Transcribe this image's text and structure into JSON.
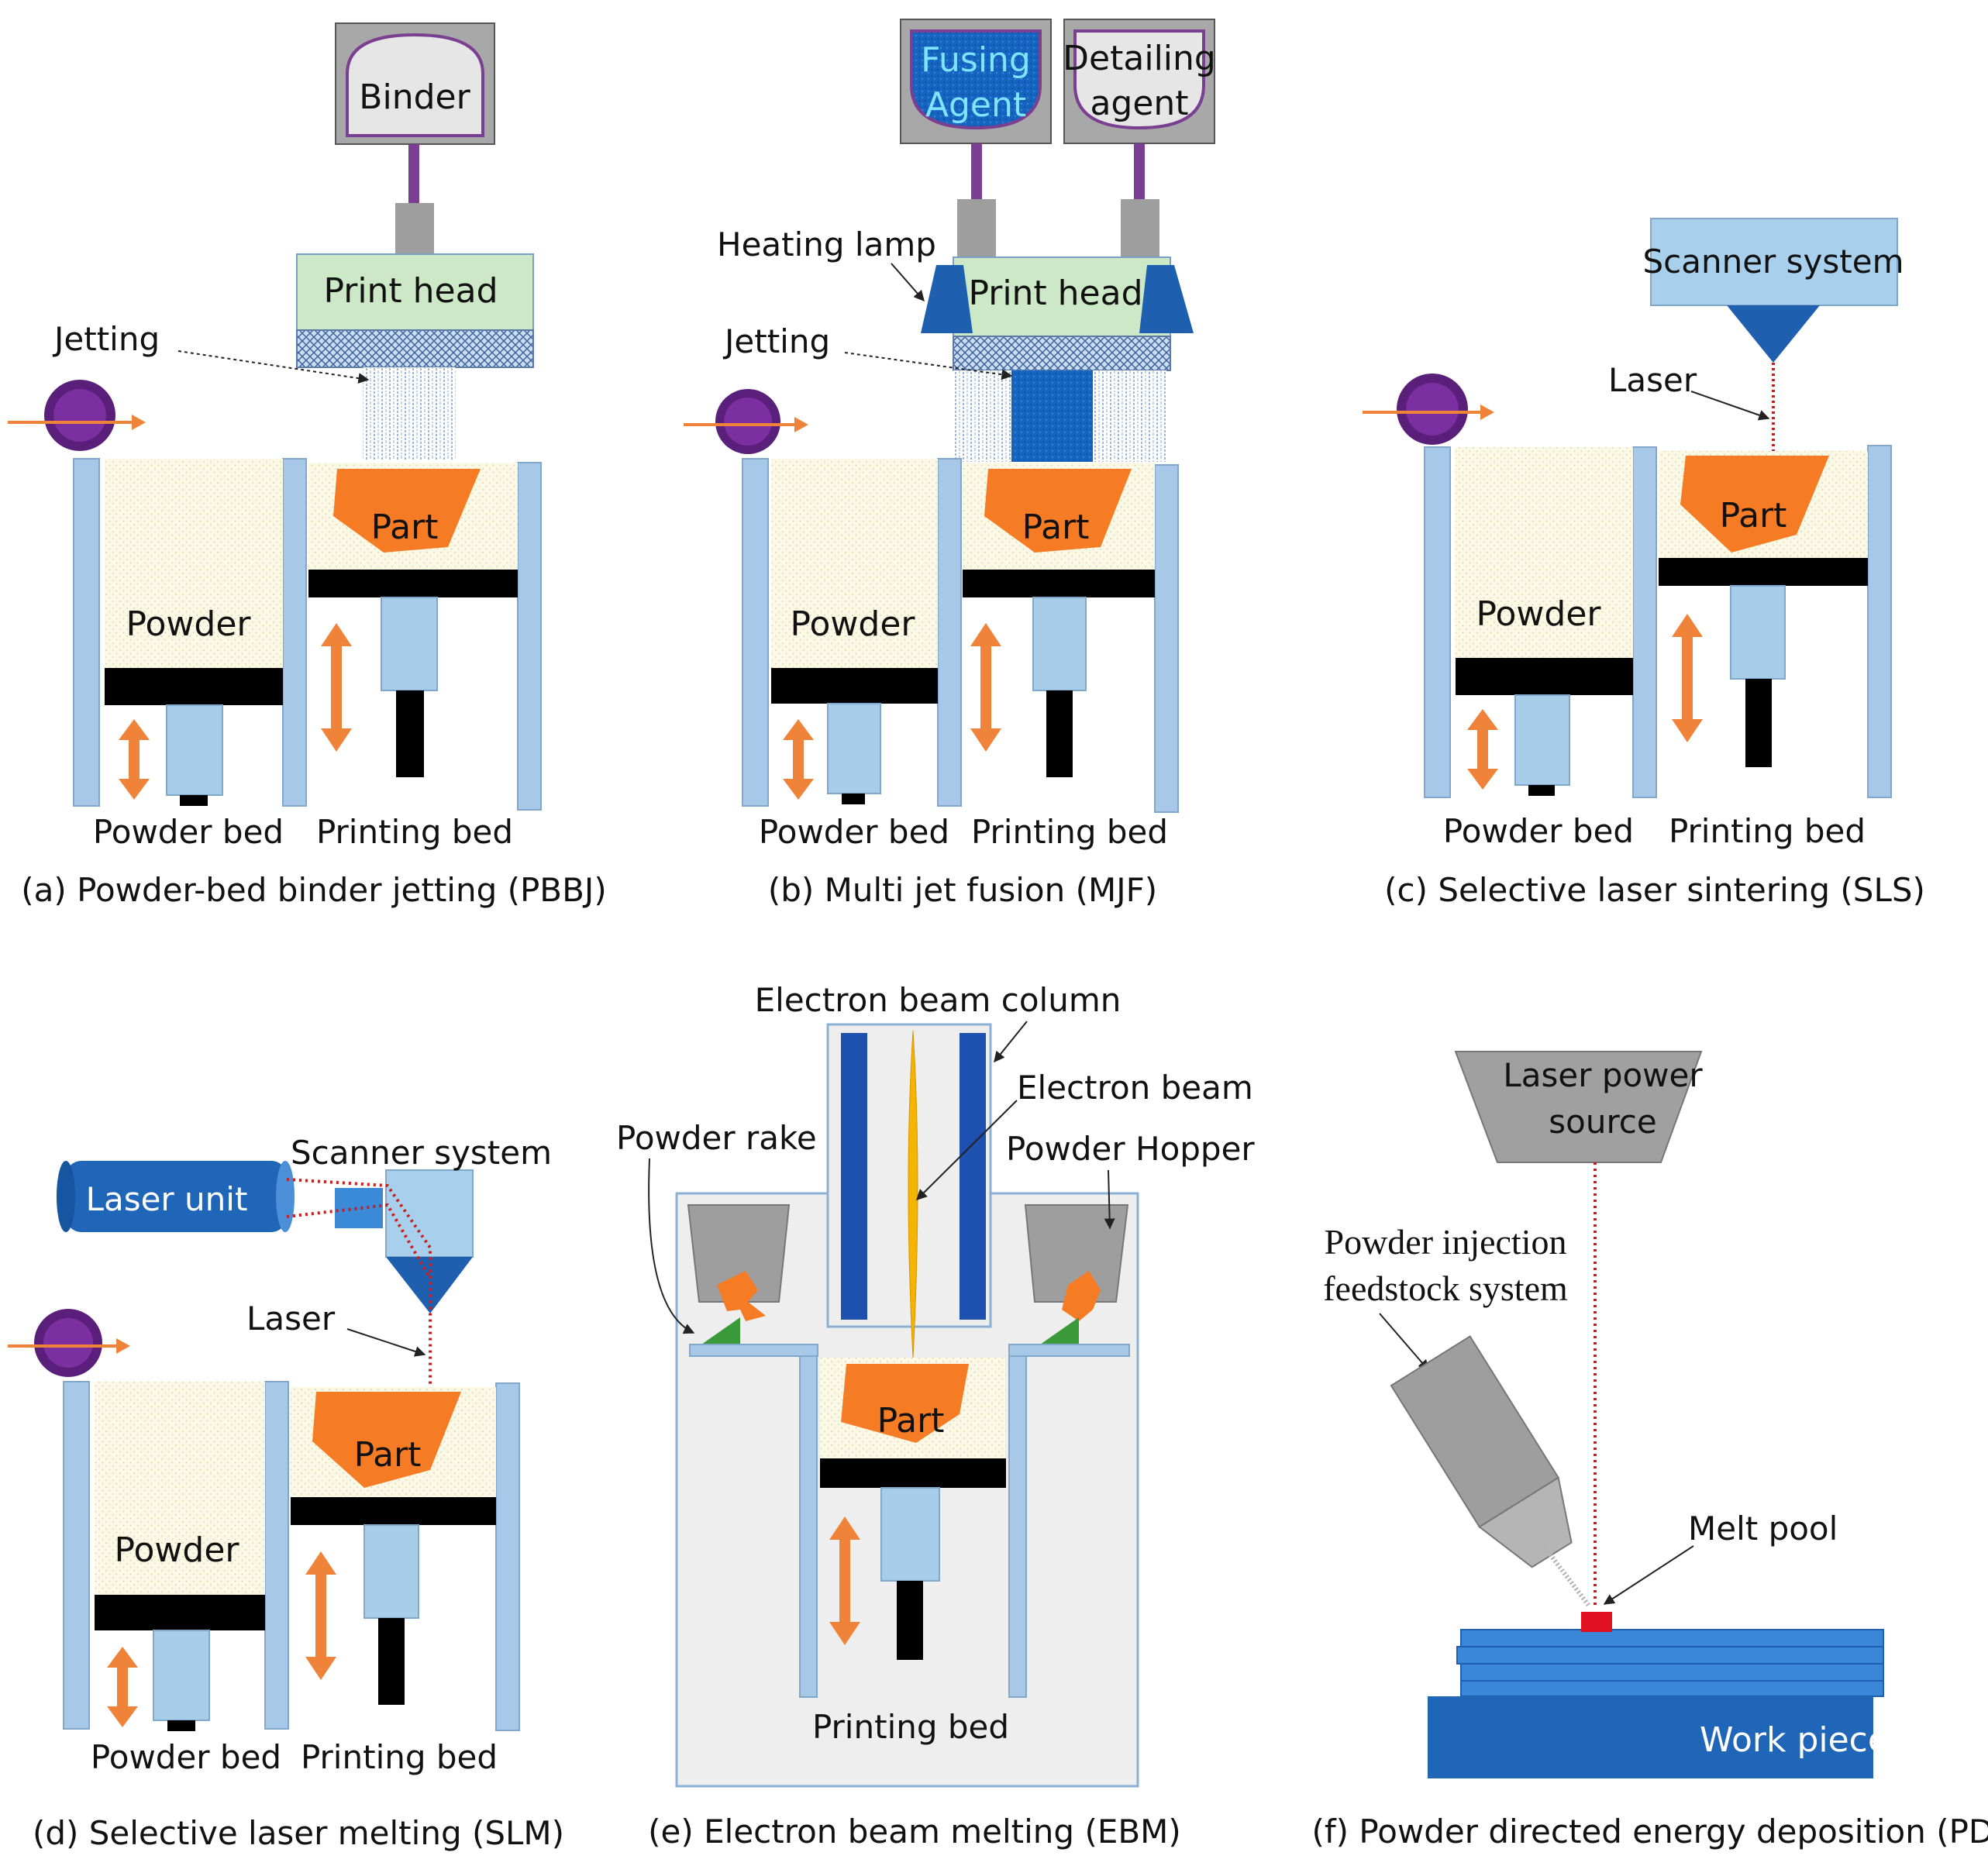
{
  "colors": {
    "wall": "#a8c8e8",
    "wall_stroke": "#7fa8cc",
    "powder_fill": "#fbf8e6",
    "platform": "#000000",
    "piston": "#a8cde8",
    "arrow": "#f0833a",
    "part": "#f57b24",
    "roller": "#5a1f7a",
    "roller_inner": "#7b2fa0",
    "printhead": "#cde8c6",
    "connector": "#9e9e9e",
    "tube": "#7a3f92",
    "binder_box": "#a8a8a8",
    "fusing_agent": "#1565c0",
    "scanner": "#a8d0ec",
    "scanner_cone": "#1f5fb0",
    "laser_dot": "#c81e1e",
    "ebm_column": "#1e50b0",
    "ebm_beam": "#f5b400",
    "rake_green": "#3a9a3a",
    "work_piece": "#1f66b8",
    "melt_pool": "#e01020"
  },
  "panels": {
    "a": {
      "caption": "(a) Powder-bed binder jetting (PBBJ)",
      "binder": "Binder",
      "print_head": "Print head",
      "jetting": "Jetting",
      "part": "Part",
      "powder": "Powder",
      "powder_bed": "Powder bed",
      "printing_bed": "Printing bed"
    },
    "b": {
      "caption": "(b) Multi jet fusion (MJF)",
      "fusing_1": "Fusing",
      "fusing_2": "Agent",
      "detailing_1": "Detailing",
      "detailing_2": "agent",
      "heating_lamp": "Heating lamp",
      "print_head": "Print head",
      "jetting": "Jetting",
      "part": "Part",
      "powder": "Powder",
      "powder_bed": "Powder bed",
      "printing_bed": "Printing bed"
    },
    "c": {
      "caption": "(c) Selective laser sintering (SLS)",
      "scanner_system": "Scanner system",
      "laser": "Laser",
      "part": "Part",
      "powder": "Powder",
      "powder_bed": "Powder bed",
      "printing_bed": "Printing bed"
    },
    "d": {
      "caption": "(d) Selective laser melting (SLM)",
      "laser_unit": "Laser unit",
      "scanner_system": "Scanner system",
      "laser": "Laser",
      "part": "Part",
      "powder": "Powder",
      "powder_bed": "Powder bed",
      "printing_bed": "Printing bed"
    },
    "e": {
      "caption": "(e) Electron beam melting (EBM)",
      "column": "Electron beam column",
      "beam": "Electron beam",
      "rake": "Powder rake",
      "hopper": "Powder Hopper",
      "part": "Part",
      "printing_bed": "Printing bed"
    },
    "f": {
      "caption": "(f) Powder directed energy deposition (PDED)",
      "laser_power_1": "Laser power",
      "laser_power_2": "source",
      "injection_1": "Powder injection",
      "injection_2": "feedstock system",
      "melt_pool": "Melt pool",
      "work_piece": "Work piece"
    }
  }
}
